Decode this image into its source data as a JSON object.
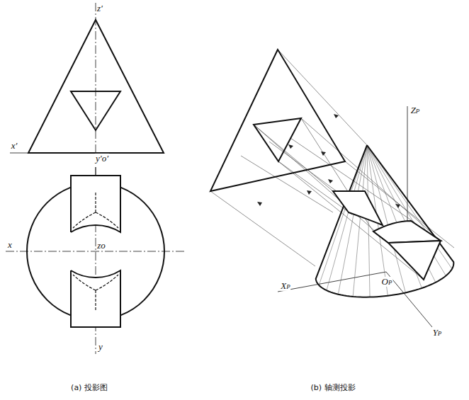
{
  "diagram": {
    "labels": [
      "z′",
      "x′",
      "y′o′",
      "x",
      "zo",
      "y",
      "ZP",
      "XP",
      "OP",
      "YP",
      "(a) 投影图",
      "(b) 轴测投影"
    ]
  }
}
